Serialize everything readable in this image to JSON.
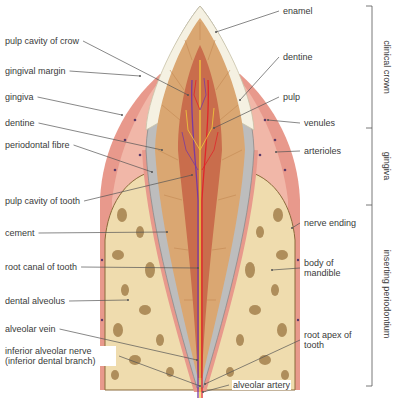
{
  "diagram": {
    "labels": [
      "pulp cavity of crow",
      "gingival margin",
      "gingiva",
      "dentine",
      "periodontal fibre",
      "pulp cavity of tooth",
      "cement",
      "root canal of tooth",
      "dental alveolus",
      "alveolar vein",
      "inferior alveolar nerve (inferior dental branch)",
      "enamel",
      "dentine",
      "pulp",
      "venules",
      "arterioles",
      "nerve ending",
      "body of mandible",
      "root apex of tooth",
      "alveolar artery",
      "clinical crown",
      "gingiva",
      "inserting periodontium"
    ]
  }
}
